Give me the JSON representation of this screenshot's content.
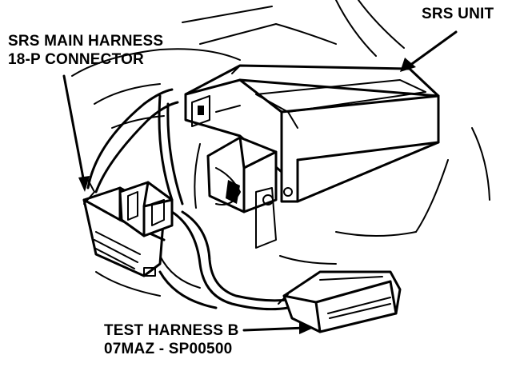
{
  "labels": {
    "srs_unit": "SRS UNIT",
    "main_harness_line1": "SRS MAIN HARNESS",
    "main_harness_line2": "18-P CONNECTOR",
    "test_harness_line1": "TEST HARNESS B",
    "test_harness_line2": "07MAZ - SP00500"
  }
}
